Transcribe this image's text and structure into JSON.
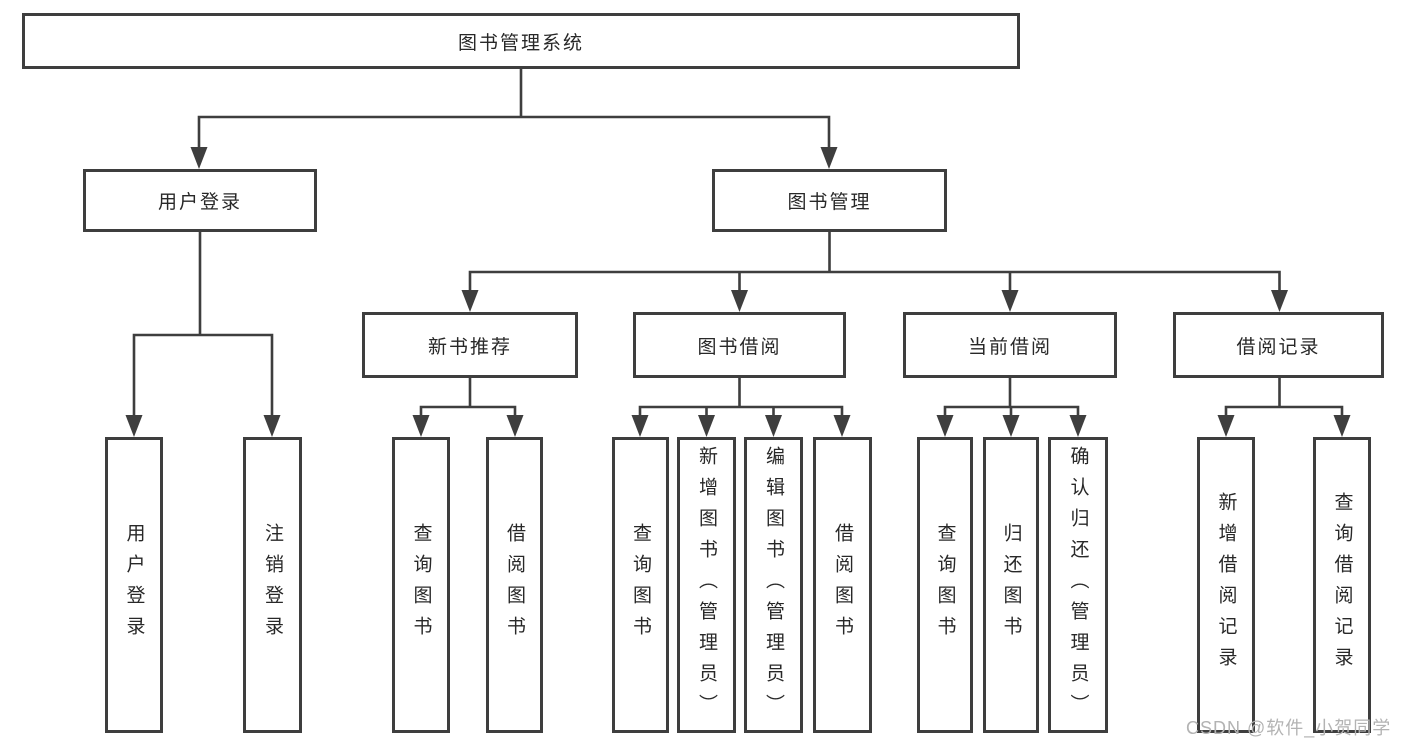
{
  "diagram": {
    "root": {
      "label": "图书管理系统"
    },
    "level2": [
      {
        "label": "用户登录",
        "children": [
          {
            "label": "用户登录"
          },
          {
            "label": "注销登录"
          }
        ]
      },
      {
        "label": "图书管理",
        "children": [
          {
            "label": "新书推荐",
            "children": [
              {
                "label": "查询图书"
              },
              {
                "label": "借阅图书"
              }
            ]
          },
          {
            "label": "图书借阅",
            "children": [
              {
                "label": "查询图书"
              },
              {
                "label": "新增图书（管理员）"
              },
              {
                "label": "编辑图书（管理员）"
              },
              {
                "label": "借阅图书"
              }
            ]
          },
          {
            "label": "当前借阅",
            "children": [
              {
                "label": "查询图书"
              },
              {
                "label": "归还图书"
              },
              {
                "label": "确认归还（管理员）"
              }
            ]
          },
          {
            "label": "借阅记录",
            "children": [
              {
                "label": "新增借阅记录"
              },
              {
                "label": "查询借阅记录"
              }
            ]
          }
        ]
      }
    ]
  },
  "watermark": {
    "text": "CSDN @软件_小贺同学"
  },
  "colors": {
    "line": "#3e3e3e",
    "text": "#282828",
    "watermark": "#b3b3b3",
    "background": "#ffffff"
  }
}
